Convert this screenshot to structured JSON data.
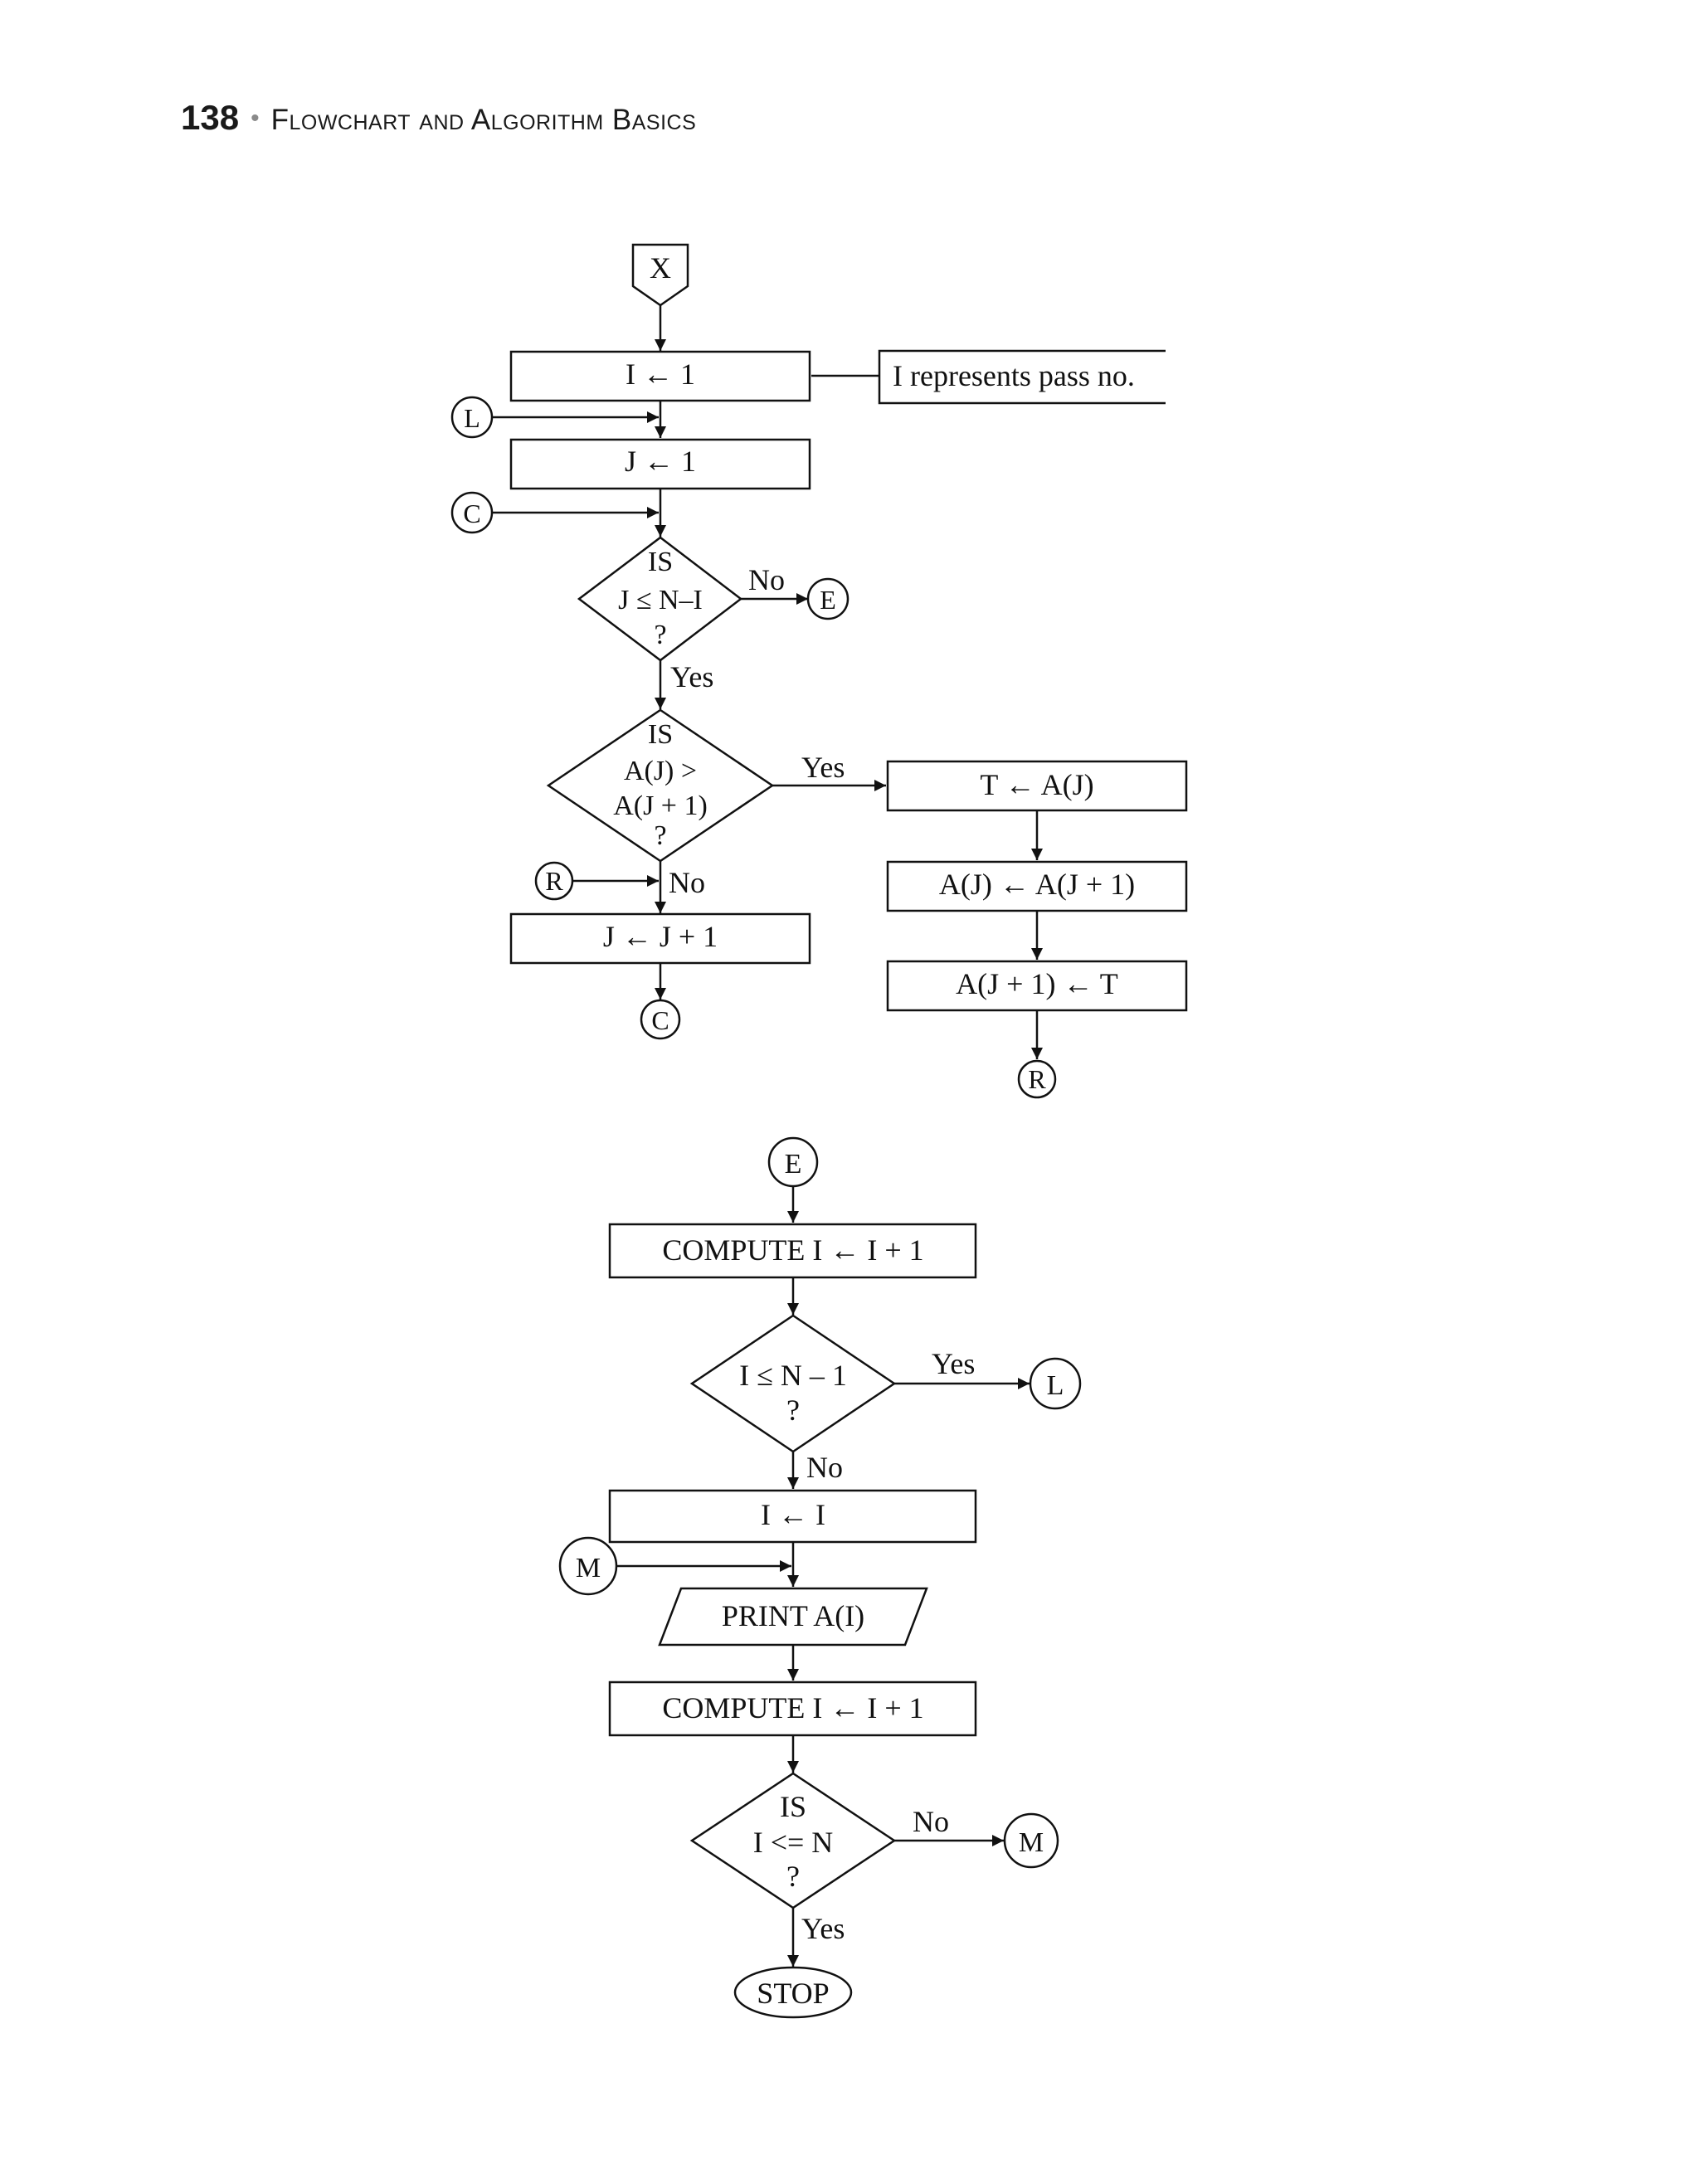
{
  "header": {
    "page_number": "138",
    "bullet": "•",
    "title": "Flowchart and Algorithm Basics"
  },
  "diagram": {
    "top": {
      "entry_connector": "X",
      "box_i_init": "I ← 1",
      "comment": "I represents pass no.",
      "connector_l_in": "L",
      "box_j_init": "J ← 1",
      "connector_c_in": "C",
      "decision1": {
        "line1": "IS",
        "line2": "J ≤ N–I",
        "line3": "?"
      },
      "decision1_no": "No",
      "connector_e_out": "E",
      "decision1_yes": "Yes",
      "decision2": {
        "line1": "IS",
        "line2": "A(J) >",
        "line3": "A(J + 1)",
        "line4": "?"
      },
      "decision2_yes": "Yes",
      "decision2_no": "No",
      "box_swap1": "T ← A(J)",
      "box_swap2": "A(J) ← A(J + 1)",
      "box_swap3": "A(J + 1) ← T",
      "connector_r_out": "R",
      "connector_r_in": "R",
      "box_j_inc": "J ← J + 1",
      "connector_c_out": "C"
    },
    "bottom": {
      "connector_e_in": "E",
      "box_compute1": "COMPUTE I ← I + 1",
      "decision3": {
        "line1": "I ≤ N – 1",
        "line2": "?"
      },
      "decision3_yes": "Yes",
      "connector_l_out": "L",
      "decision3_no": "No",
      "box_i_reset": "I ← I",
      "connector_m_in": "M",
      "print_box": "PRINT A(I)",
      "box_compute2": "COMPUTE I ← I + 1",
      "decision4": {
        "line1": "IS",
        "line2": "I <= N",
        "line3": "?"
      },
      "decision4_no": "No",
      "connector_m_out": "M",
      "decision4_yes": "Yes",
      "stop": "STOP"
    }
  }
}
